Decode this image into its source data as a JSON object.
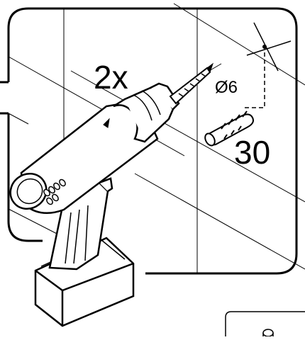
{
  "instruction": {
    "quantity": "2x",
    "drill_bit": "Ø6",
    "drill_depth": "30"
  },
  "colors": {
    "ink": "#000000",
    "paper": "#ffffff"
  },
  "icons": [
    "drill-icon",
    "wall-plug-icon",
    "crosshair-mark-icon"
  ]
}
